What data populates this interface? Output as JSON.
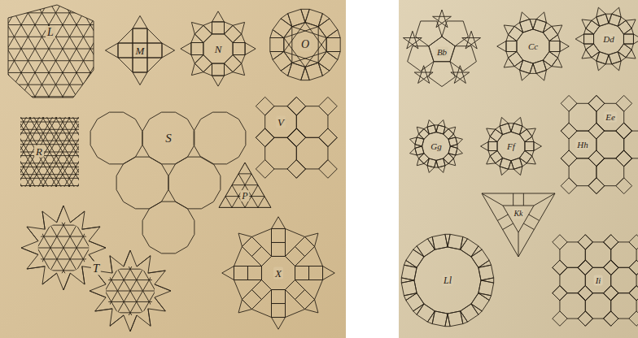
{
  "diagram": {
    "labels": [
      "L",
      "M",
      "N",
      "O",
      "S",
      "V",
      "R",
      "P",
      "T",
      "X",
      "Bb",
      "Cc",
      "Dd",
      "Ee",
      "Hh",
      "Gg",
      "Ff",
      "Kk",
      "Ll",
      "Ii"
    ]
  }
}
